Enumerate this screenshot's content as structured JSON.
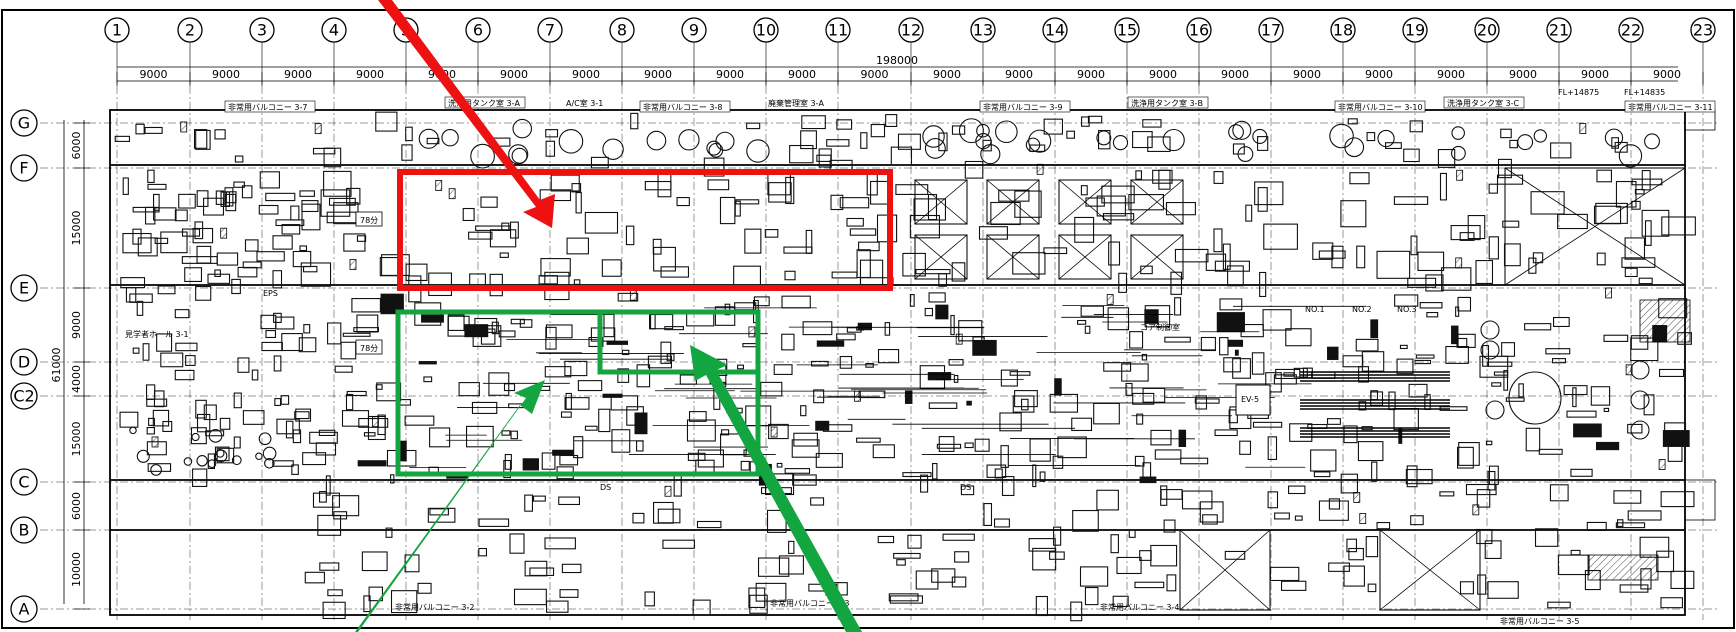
{
  "drawing": {
    "total_dimension": "198000",
    "column_spacing_labels": [
      "9000",
      "9000",
      "9000",
      "9000",
      "9000",
      "9000",
      "9000",
      "9000",
      "9000",
      "9000",
      "9000",
      "9000",
      "9000",
      "9000",
      "9000",
      "9000",
      "9000",
      "9000",
      "9000",
      "9000",
      "9000",
      "9000"
    ],
    "column_grid_labels": [
      "1",
      "2",
      "3",
      "4",
      "5",
      "6",
      "7",
      "8",
      "9",
      "10",
      "11",
      "12",
      "13",
      "14",
      "15",
      "16",
      "17",
      "18",
      "19",
      "20",
      "21",
      "22",
      "23"
    ],
    "row_grid_labels": [
      "G",
      "F",
      "E",
      "D",
      "C2",
      "C",
      "B",
      "A"
    ],
    "vertical_dimensions": [
      "6000",
      "15000",
      "9000",
      "4000",
      "15000",
      "6000",
      "10000"
    ],
    "overall_vertical_dimension": "61000",
    "room_labels": [
      "洗浄用タンク室 3-A",
      "洗浄用タンク室 3-B",
      "洗浄用タンク室 3-C",
      "非常用バルコニー 3-7",
      "非常用バルコニー 3-8",
      "非常用バルコニー 3-9",
      "非常用バルコニー 3-10",
      "非常用バルコニー 3-11",
      "A/C室 3-1",
      "廃棄管理室 3-A",
      "78分",
      "EPS",
      "EV-5",
      "見学者ホール 3-1",
      "コア制御室",
      "NO.1",
      "NO.2",
      "NO.3",
      "非常用バルコニー 3-2",
      "非常用バルコニー 3-3",
      "非常用バルコニー 3-4",
      "非常用バルコニー 3-5",
      "DS",
      "FL+14875",
      "FL+14835"
    ]
  },
  "annotations": {
    "red_highlight_color": "#ee1111",
    "green_highlight_color": "#13a53f"
  }
}
